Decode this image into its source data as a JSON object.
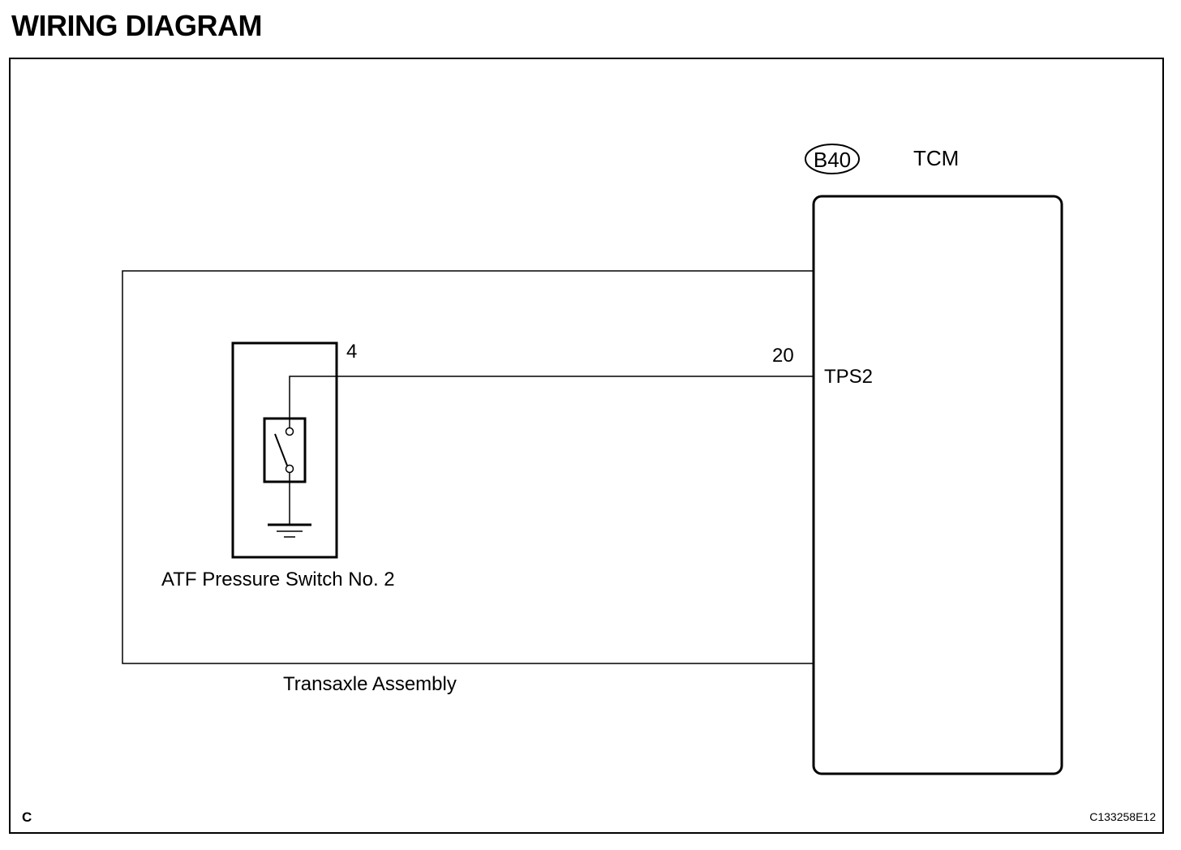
{
  "title": "WIRING DIAGRAM",
  "tcm": {
    "connector_code": "B40",
    "label": "TCM",
    "terminal_number": "20",
    "terminal_name": "TPS2"
  },
  "switch": {
    "terminal_number": "4",
    "label": "ATF Pressure Switch No. 2"
  },
  "assembly": {
    "label": "Transaxle Assembly"
  },
  "footer": {
    "left_code": "C",
    "figure_id": "C133258E12"
  },
  "colors": {
    "line": "#000000",
    "background": "#ffffff"
  }
}
